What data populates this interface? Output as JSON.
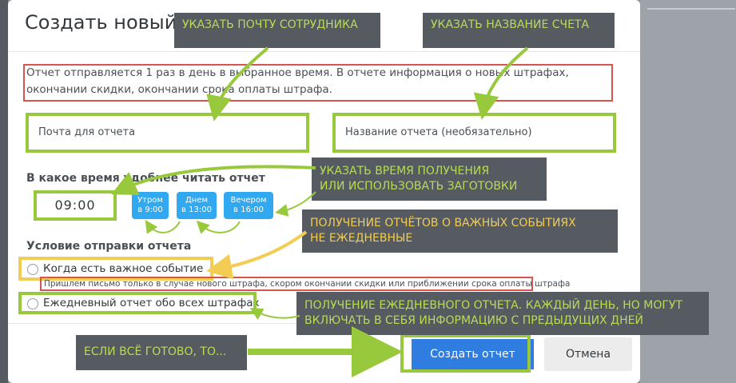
{
  "modal": {
    "title": "Создать новый отчет",
    "description": "Отчет отправляется 1 раз в день в выбранное время. В отчете информация о новых штрафах, окончании скидки, окончании срока оплаты штрафа.",
    "email_placeholder": "Почта для отчета",
    "name_placeholder": "Название отчета (необязательно)",
    "time_label": "В какое время удобнее читать отчет",
    "time_value": "09:00",
    "presets": [
      {
        "line1": "Утром",
        "line2": "в 9:00"
      },
      {
        "line1": "Днем",
        "line2": "в 13:00"
      },
      {
        "line1": "Вечером",
        "line2": "в 16:00"
      }
    ],
    "condition_label": "Условие отправки отчета",
    "option_important": "Когда есть важное событие",
    "option_important_hint": "Пришлем письмо только в случае нового штрафа, скором окончании скидки или приближении срока оплаты штрафа",
    "option_daily": "Ежедневный отчет обо всех штрафах",
    "submit_label": "Создать отчет",
    "cancel_label": "Отмена"
  },
  "callouts": {
    "email": "УКАЗАТЬ ПОЧТУ СОТРУДНИКА",
    "name": "УКАЗАТЬ НАЗВАНИЕ СЧЕТА",
    "time_line1": "УКАЗАТЬ ВРЕМЯ ПОЛУЧЕНИЯ",
    "time_line2": "ИЛИ ИСПОЛЬЗОВАТЬ ЗАГОТОВКИ",
    "important_line1": "ПОЛУЧЕНИЕ ОТЧЁТОВ О ВАЖНЫХ СОБЫТИЯХ",
    "important_line2": "НЕ ЕЖЕДНЕВНЫЕ",
    "daily_line1": "ПОЛУЧЕНИЕ ЕЖЕДНЕВНОГО ОТЧЕТА. КАЖДЫЙ ДЕНЬ, НО МОГУТ",
    "daily_line2": "ВКЛЮЧАТЬ В СЕБЯ ИНФОРМАЦИЮ С ПРЕДЫДУЩИХ ДНЕЙ",
    "ready": "ЕСЛИ ВСЁ ГОТОВО, ТО..."
  },
  "colors": {
    "accent_green": "#98c93c",
    "accent_yellow": "#f2cc53",
    "highlight_red": "#d9534f",
    "primary_button": "#2f7de1",
    "preset_button": "#30a9f0",
    "callout_bg": "#555b61"
  }
}
